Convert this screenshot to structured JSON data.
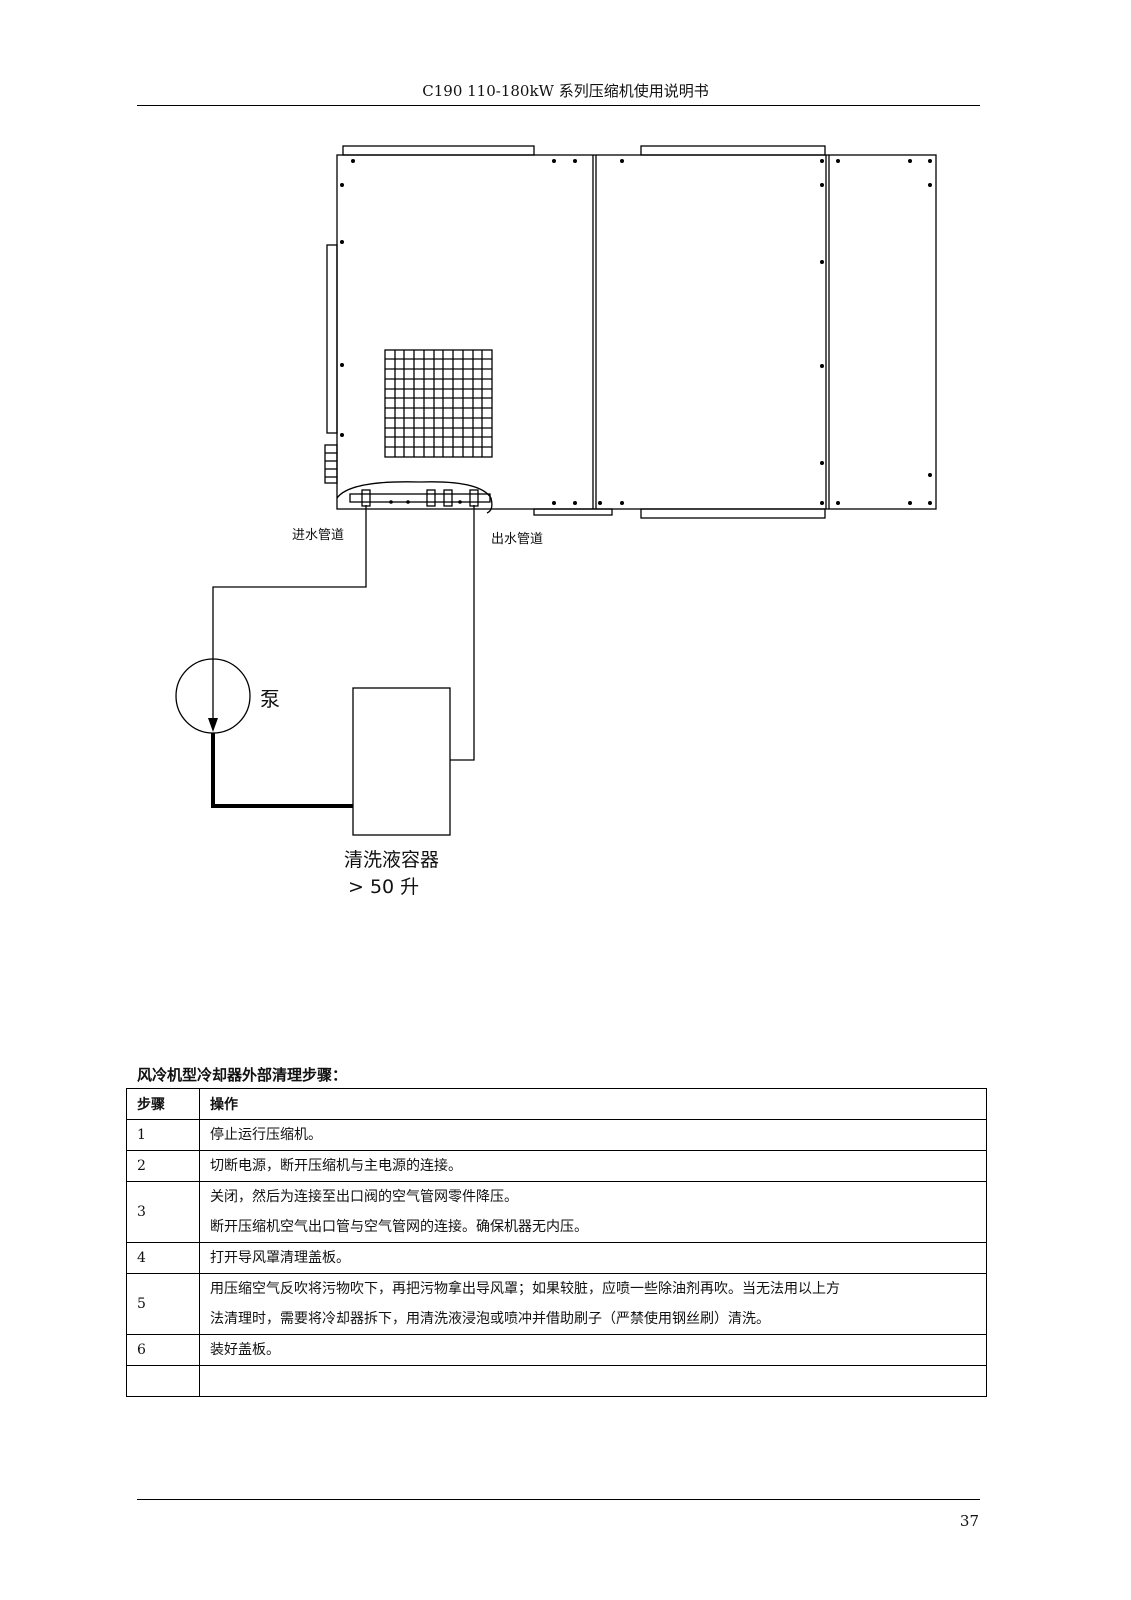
{
  "header": {
    "title": "C190 110-180kW 系列压缩机使用说明书"
  },
  "diagram": {
    "labels": {
      "inlet": "进水管道",
      "outlet": "出水管道",
      "pump": "泵",
      "container_line1": "清洗液容器",
      "container_line2": "> 50 升"
    }
  },
  "section": {
    "title": "风冷机型冷却器外部清理步骤："
  },
  "table": {
    "headers": [
      "步骤",
      "操作"
    ],
    "rows": [
      {
        "step": "1",
        "lines": [
          "停止运行压缩机。"
        ]
      },
      {
        "step": "2",
        "lines": [
          "切断电源，断开压缩机与主电源的连接。"
        ]
      },
      {
        "step": "3",
        "lines": [
          "关闭，然后为连接至出口阀的空气管网零件降压。",
          "断开压缩机空气出口管与空气管网的连接。确保机器无内压。"
        ]
      },
      {
        "step": "4",
        "lines": [
          "打开导风罩清理盖板。"
        ]
      },
      {
        "step": "5",
        "lines": [
          "用压缩空气反吹将污物吹下，再把污物拿出导风罩；如果较脏，应喷一些除油剂再吹。当无法用以上方",
          "法清理时，需要将冷却器拆下，用清洗液浸泡或喷冲并借助刷子（严禁使用钢丝刷）清洗。"
        ]
      },
      {
        "step": "6",
        "lines": [
          "装好盖板。"
        ]
      },
      {
        "step": "",
        "lines": [
          ""
        ]
      }
    ]
  },
  "footer": {
    "page_number": "37"
  }
}
